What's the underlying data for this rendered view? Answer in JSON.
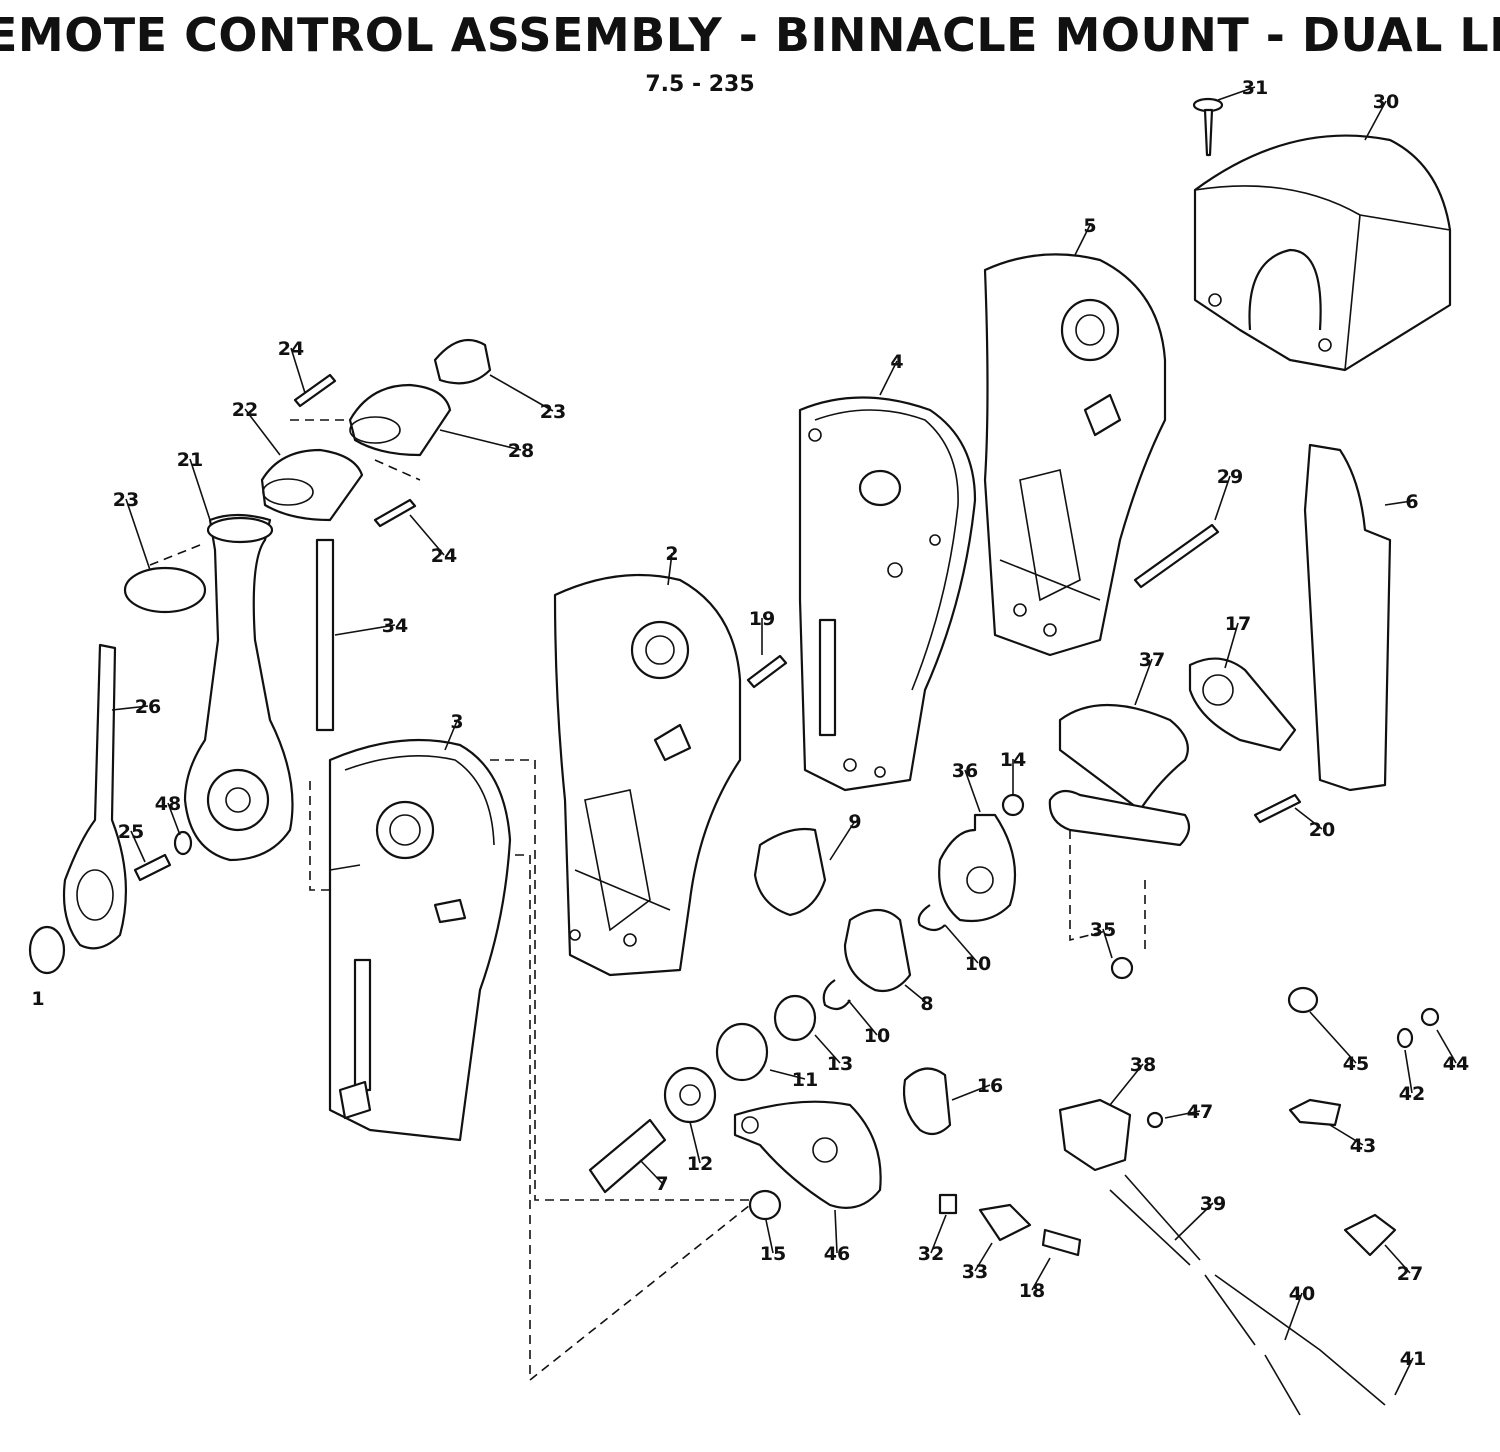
{
  "header": {
    "title": "EMOTE CONTROL ASSEMBLY - BINNACLE MOUNT - DUAL LEVER",
    "subtitle": "7.5 - 235"
  },
  "callouts": [
    "1",
    "2",
    "3",
    "4",
    "5",
    "6",
    "7",
    "8",
    "9",
    "10",
    "10",
    "11",
    "12",
    "13",
    "14",
    "15",
    "16",
    "17",
    "18",
    "19",
    "20",
    "21",
    "22",
    "23",
    "23",
    "24",
    "24",
    "25",
    "26",
    "27",
    "28",
    "29",
    "30",
    "31",
    "32",
    "33",
    "34",
    "35",
    "36",
    "37",
    "38",
    "39",
    "40",
    "41",
    "42",
    "43",
    "44",
    "45",
    "46",
    "47",
    "48"
  ]
}
